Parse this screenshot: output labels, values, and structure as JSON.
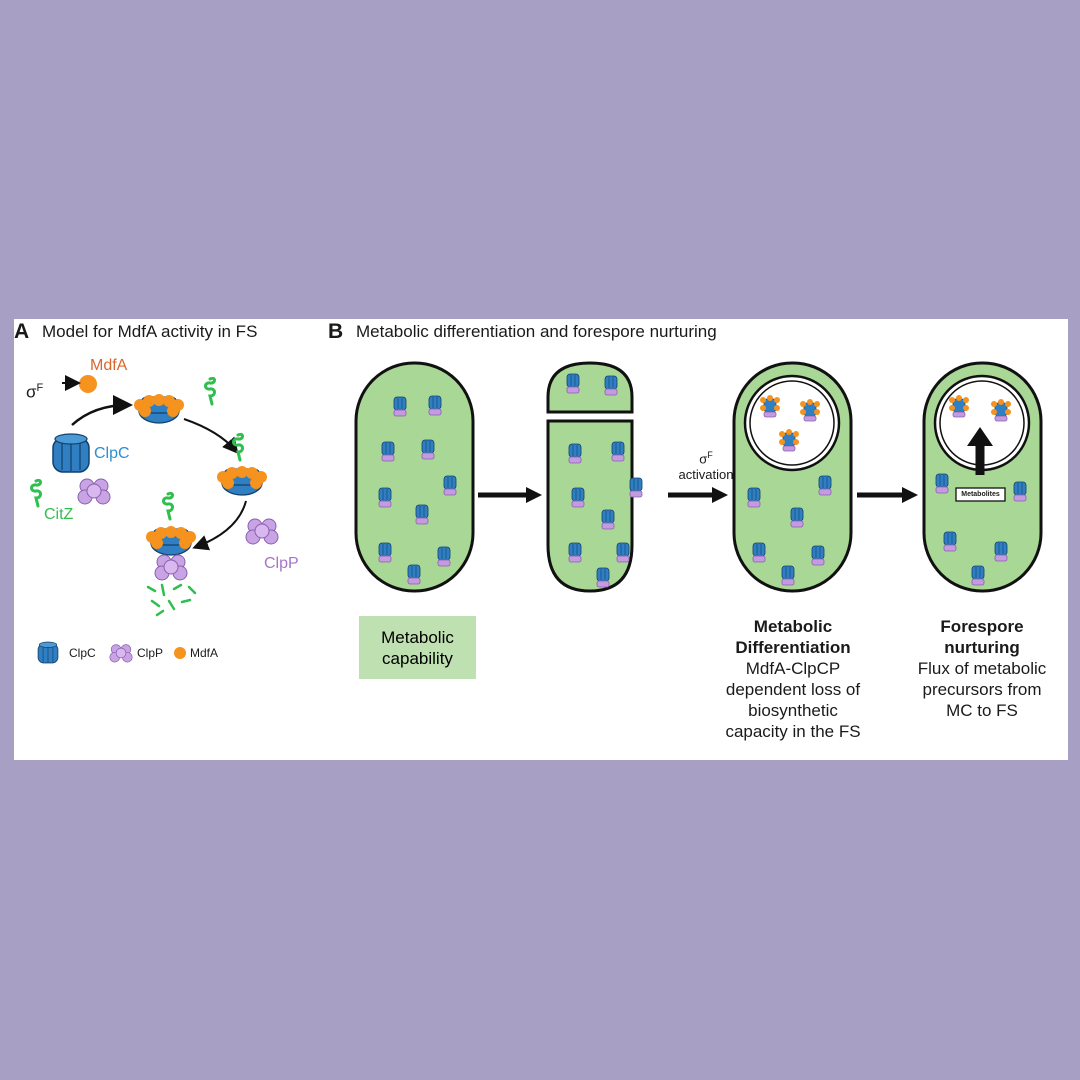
{
  "panel_a": {
    "letter": "A",
    "title": "Model for MdfA activity in FS",
    "sigma_label": "σ",
    "sigma_superscript": "F",
    "mdfa_label": "MdfA",
    "clpc_label": "ClpC",
    "citz_label": "CitZ",
    "clpp_label": "ClpP",
    "legend": [
      {
        "label": "ClpC",
        "icon": "clpc-icon"
      },
      {
        "label": "ClpP",
        "icon": "clpp-icon"
      },
      {
        "label": "MdfA",
        "icon": "mdfa-icon"
      }
    ]
  },
  "panel_b": {
    "letter": "B",
    "title": "Metabolic differentiation and forespore nurturing",
    "sigma_label": "σ",
    "sigma_superscript": "F",
    "activation_label": "activation",
    "metabolites_label": "Metabolites",
    "stage1_caption": [
      "Metabolic",
      "capability"
    ],
    "stage3_heading": [
      "Metabolic",
      "Differentiation"
    ],
    "stage3_body": [
      "MdfA-ClpCP",
      "dependent loss of",
      "biosynthetic",
      "capacity in the FS"
    ],
    "stage4_heading": [
      "Forespore",
      "nurturing"
    ],
    "stage4_body": [
      "Flux of metabolic",
      "precursors from",
      "MC to FS"
    ]
  },
  "colors": {
    "background": "#a89fc5",
    "cell_fill": "#a9d795",
    "clpc_blue": "#2f7fc2",
    "clpp_purple": "#c59be0",
    "mdfa_orange": "#f5931e",
    "citz_green": "#2fbf4f",
    "mdfa_label": "#d9662b",
    "clpc_label": "#2b8fd0",
    "clpp_label": "#a774c9"
  }
}
